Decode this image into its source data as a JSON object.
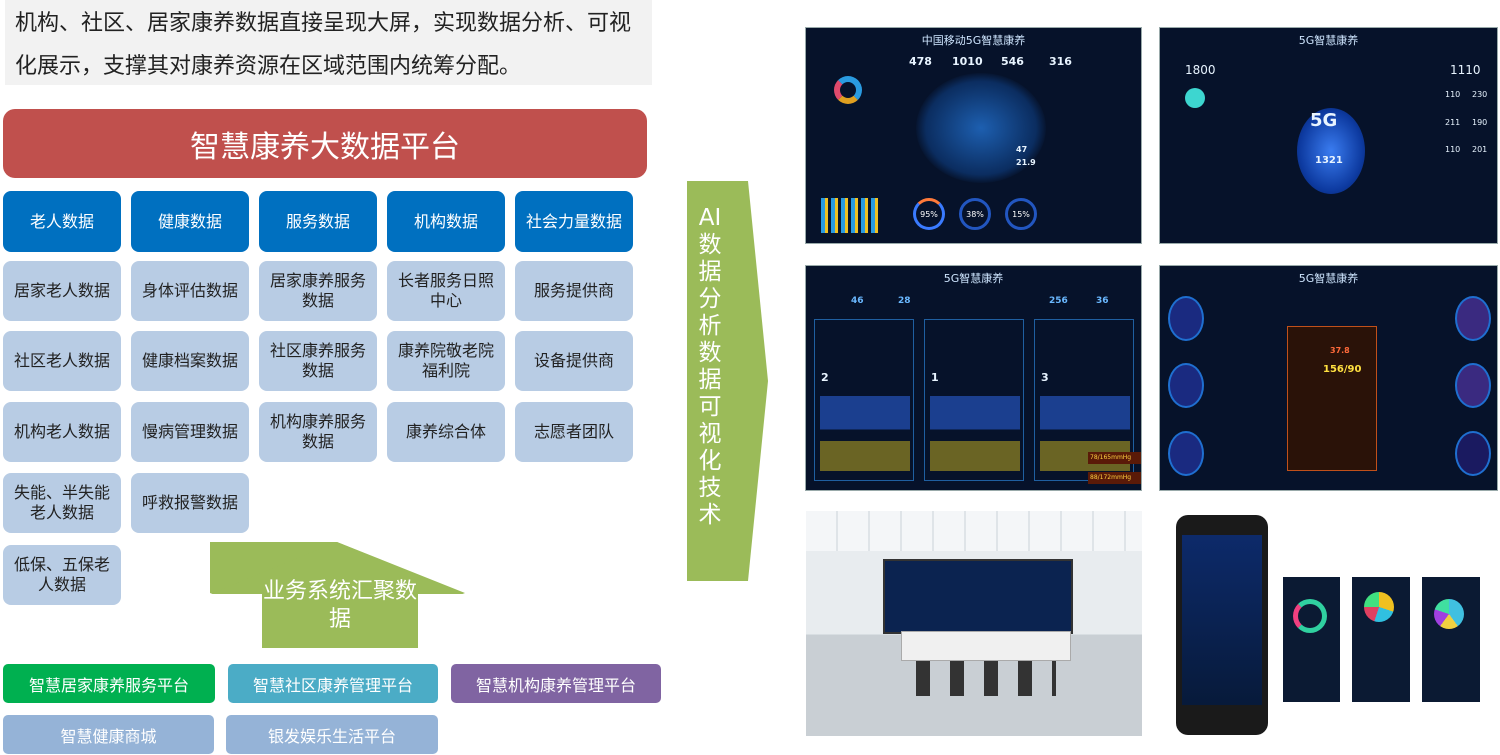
{
  "intro": "机构、社区、居家康养数据直接呈现大屏，实现数据分析、可视化展示，支撑其对康养资源在区域范围内统筹分配。",
  "banner": "智慧康养大数据平台",
  "columns": [
    {
      "header": "老人数据",
      "items": [
        "居家老人数据",
        "社区老人数据",
        "机构老人数据",
        "失能、半失能老人数据",
        "低保、五保老人数据"
      ]
    },
    {
      "header": "健康数据",
      "items": [
        "身体评估数据",
        "健康档案数据",
        "慢病管理数据",
        "呼救报警数据"
      ]
    },
    {
      "header": "服务数据",
      "items": [
        "居家康养服务数据",
        "社区康养服务数据",
        "机构康养服务数据"
      ]
    },
    {
      "header": "机构数据",
      "items": [
        "长者服务日照中心",
        "康养院敬老院福利院",
        "康养综合体"
      ]
    },
    {
      "header": "社会力量数据",
      "items": [
        "服务提供商",
        "设备提供商",
        "志愿者团队"
      ]
    }
  ],
  "up_arrow": "业务系统汇聚数据",
  "side_arrow": "AI数据分析 数据可视化技术",
  "platforms": [
    "智慧居家康养服务平台",
    "智慧社区康养管理平台",
    "智慧机构康养管理平台",
    "智慧健康商城",
    "银发娱乐生活平台"
  ],
  "colors": {
    "banner": "#c0504d",
    "header": "#0070c0",
    "cell": "#b8cce4",
    "arrow": "#9bbb59",
    "green": "#00b050",
    "teal": "#4bacc6",
    "purple": "#8064a2",
    "lightblue": "#95b3d7"
  },
  "screens": {
    "s1": {
      "title": "中国移动5G智慧康养",
      "stats": [
        "478",
        "1010",
        "546",
        "316"
      ],
      "rings": [
        "95%",
        "38%",
        "15%"
      ],
      "popup": [
        "47",
        "21.9"
      ]
    },
    "s2": {
      "title": "5G智慧康养",
      "left": "1800",
      "right": "1110",
      "center": "1321",
      "grid": [
        "110",
        "230",
        "211",
        "190",
        "110",
        "201"
      ]
    },
    "s3": {
      "title": "5G智慧康养",
      "stats": [
        "46",
        "28",
        "256",
        "36"
      ],
      "cards": [
        "2",
        "1",
        "3"
      ],
      "alerts": [
        "78/165mmHg",
        "88/172mmHg"
      ]
    },
    "s4": {
      "title": "5G智慧康养",
      "temp": "37.8",
      "bp": "156/90"
    }
  }
}
